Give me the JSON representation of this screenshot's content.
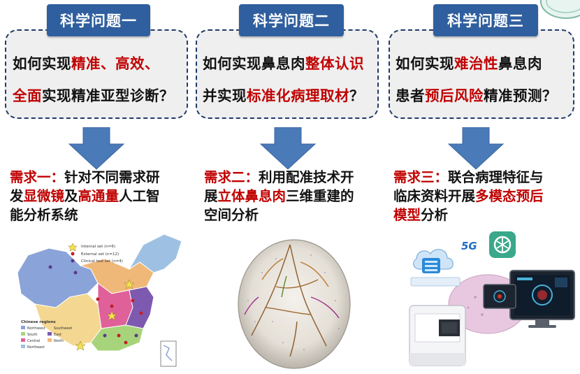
{
  "columns": [
    {
      "title": "科学问题一",
      "line1": [
        {
          "t": "如何实现",
          "r": false
        },
        {
          "t": "精准、高效、",
          "r": true
        }
      ],
      "line2": [
        {
          "t": "全面",
          "r": true
        },
        {
          "t": "实现精准亚型诊断？",
          "r": false
        }
      ],
      "need": [
        [
          {
            "t": "需求一：",
            "r": true
          },
          {
            "t": "针对不同需求研",
            "r": false
          }
        ],
        [
          {
            "t": "发",
            "r": false
          },
          {
            "t": "显微镜",
            "r": true
          },
          {
            "t": "及",
            "r": false
          },
          {
            "t": "高通量",
            "r": true
          },
          {
            "t": "人工智",
            "r": false
          }
        ],
        [
          {
            "t": "能分析系统",
            "r": false
          }
        ]
      ]
    },
    {
      "title": "科学问题二",
      "line1": [
        {
          "t": "如何实现鼻息肉",
          "r": false
        },
        {
          "t": "整体认识",
          "r": true
        }
      ],
      "line2": [
        {
          "t": "并实现",
          "r": false
        },
        {
          "t": "标准化病理取材",
          "r": true
        },
        {
          "t": "？",
          "r": false
        }
      ],
      "need": [
        [
          {
            "t": "需求二：",
            "r": true
          },
          {
            "t": "利用配准技术开",
            "r": false
          }
        ],
        [
          {
            "t": "展",
            "r": false
          },
          {
            "t": "立体鼻息肉",
            "r": true
          },
          {
            "t": "三维重建的",
            "r": false
          }
        ],
        [
          {
            "t": "空间分析",
            "r": false
          }
        ]
      ]
    },
    {
      "title": "科学问题三",
      "line1": [
        {
          "t": "如何实现",
          "r": false
        },
        {
          "t": "难治性",
          "r": true
        },
        {
          "t": "鼻息肉",
          "r": false
        }
      ],
      "line2": [
        {
          "t": "患者",
          "r": false
        },
        {
          "t": "预后风险",
          "r": true
        },
        {
          "t": "精准预测？",
          "r": false
        }
      ],
      "need": [
        [
          {
            "t": "需求三：",
            "r": true
          },
          {
            "t": "联合病理特征与",
            "r": false
          }
        ],
        [
          {
            "t": "临床资料开展",
            "r": false
          },
          {
            "t": "多模态预后",
            "r": true
          }
        ],
        [
          {
            "t": "模型",
            "r": true
          },
          {
            "t": "分析",
            "r": false
          }
        ]
      ]
    }
  ],
  "map": {
    "legend_markers": [
      "Internal set (n=6)",
      "External set (n=12)",
      "Clinical test set (n=4)"
    ],
    "regions_title": "Chinese regions",
    "regions": [
      "Northwest",
      "Southwest",
      "South",
      "East",
      "Central",
      "North",
      "Northeast"
    ]
  },
  "tech": {
    "badge_5g": "5G"
  },
  "colors": {
    "title_bg": "#2f5f9e",
    "arrow": "#4a7ab8",
    "accent": "#c00000",
    "border": "#203a6b"
  }
}
